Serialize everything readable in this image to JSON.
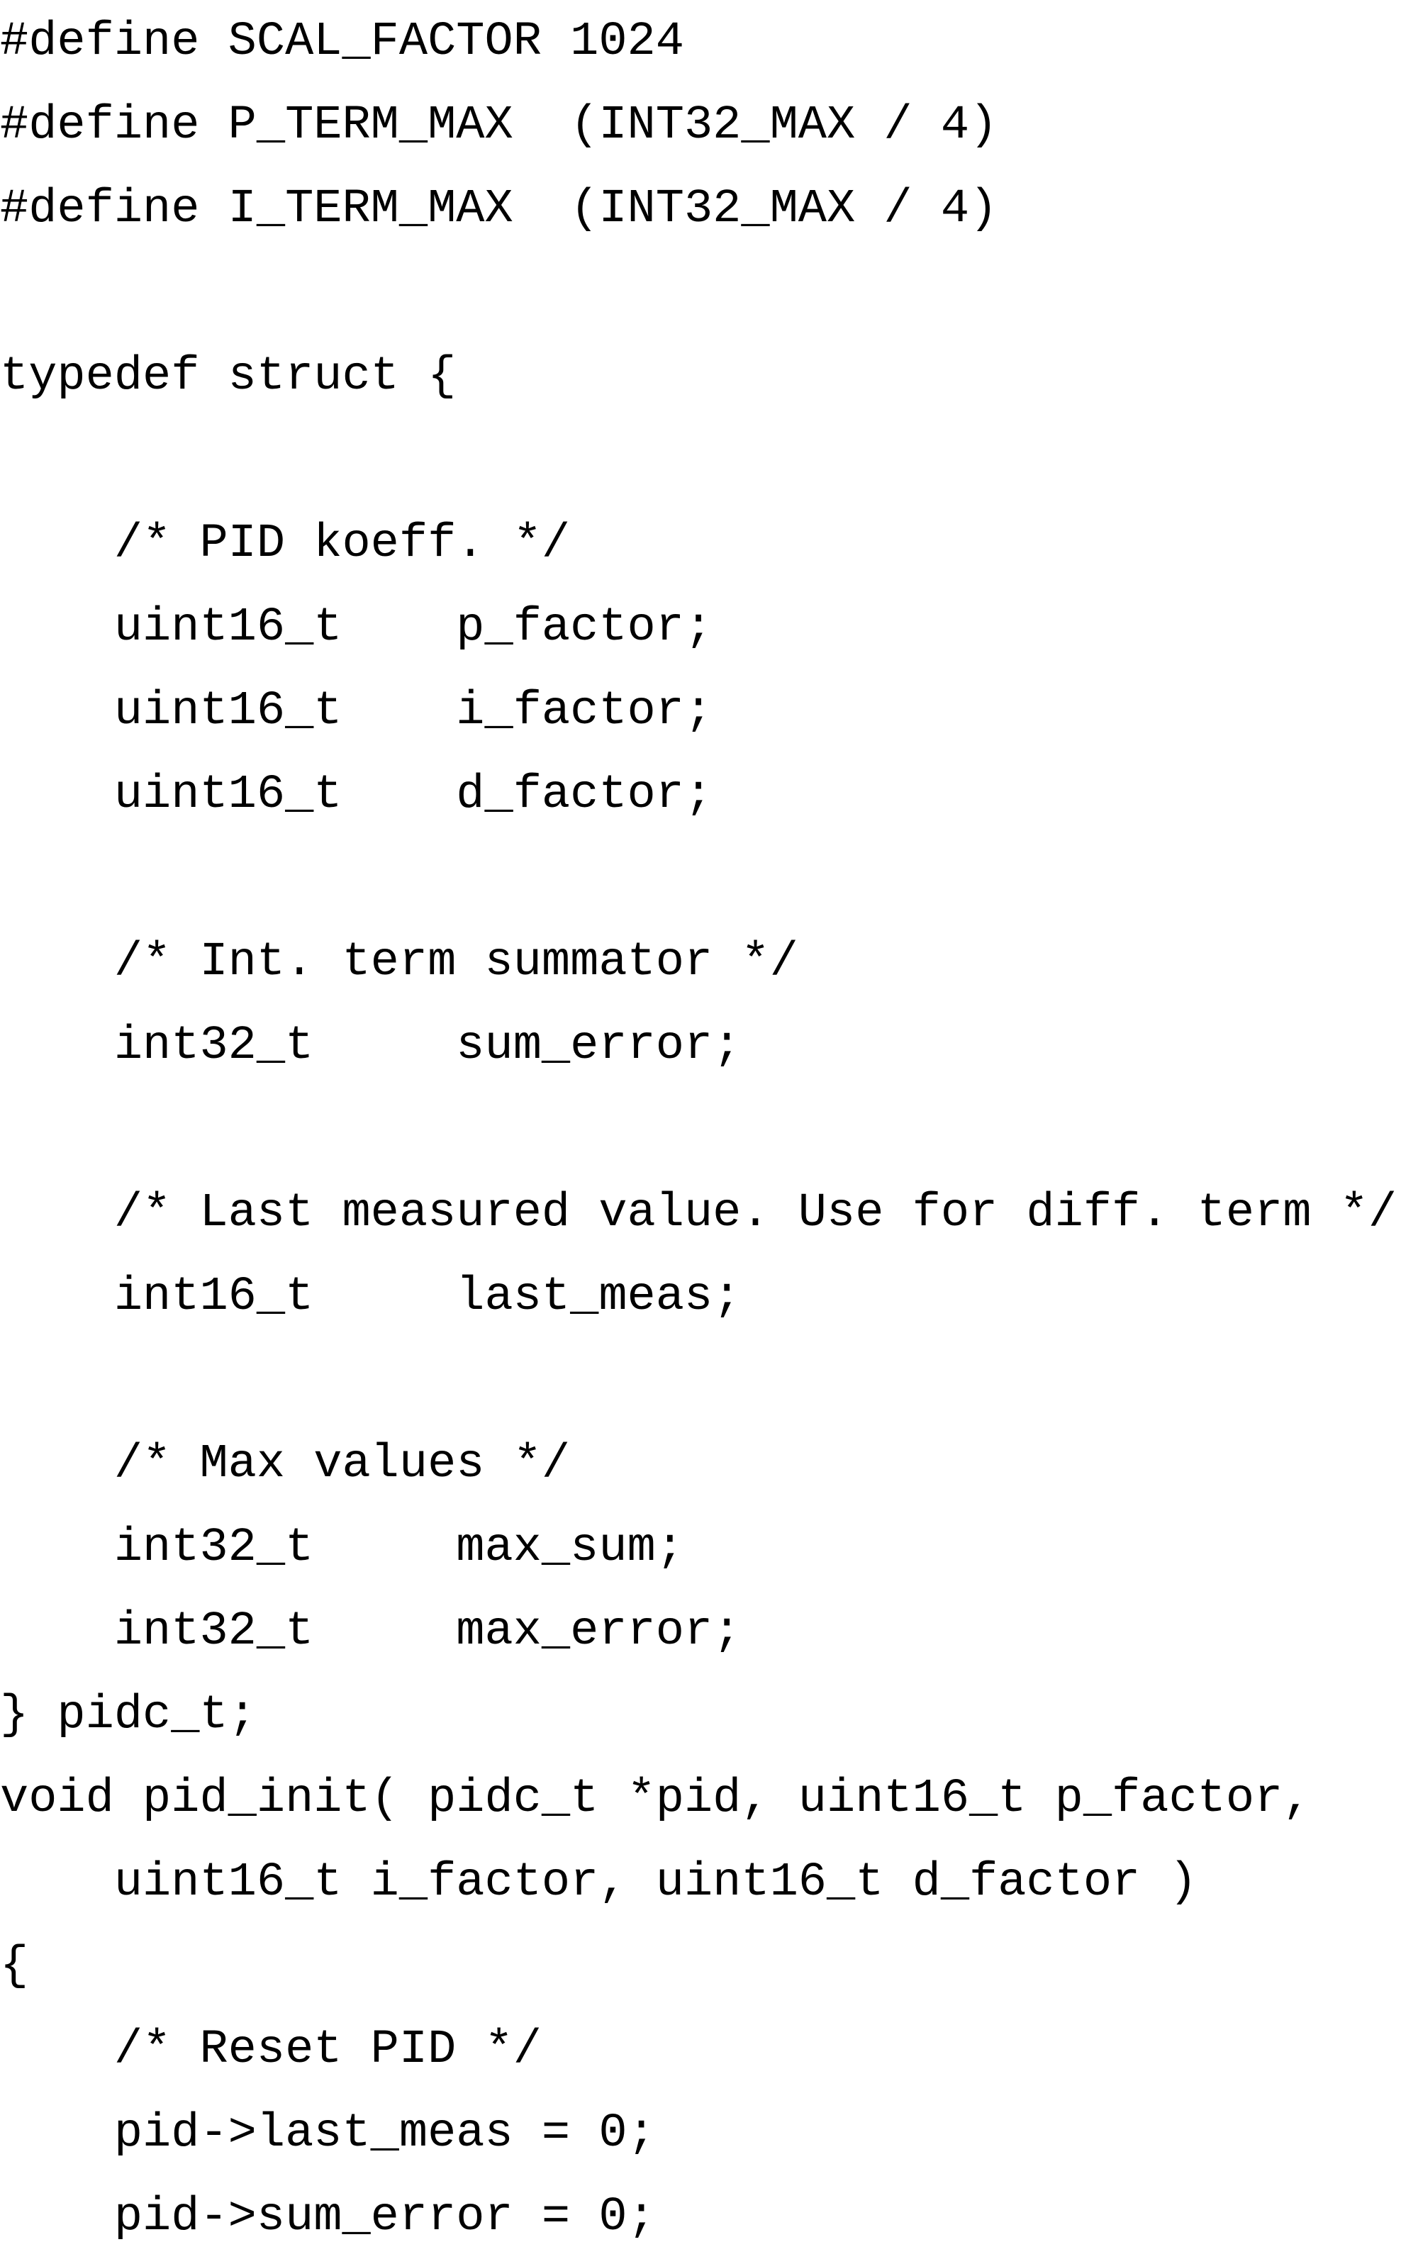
{
  "code": {
    "lines": [
      "#define SCAL_FACTOR 1024",
      "#define P_TERM_MAX  (INT32_MAX / 4)",
      "#define I_TERM_MAX  (INT32_MAX / 4)",
      "",
      "typedef struct {",
      "",
      "    /* PID koeff. */",
      "    uint16_t    p_factor;",
      "    uint16_t    i_factor;",
      "    uint16_t    d_factor;",
      "",
      "    /* Int. term summator */",
      "    int32_t     sum_error;",
      "",
      "    /* Last measured value. Use for diff. term */",
      "    int16_t     last_meas;",
      "",
      "    /* Max values */",
      "    int32_t     max_sum;",
      "    int32_t     max_error;",
      "} pidc_t;",
      "void pid_init( pidc_t *pid, uint16_t p_factor,",
      "    uint16_t i_factor, uint16_t d_factor )",
      "{",
      "    /* Reset PID */",
      "    pid->last_meas = 0;",
      "    pid->sum_error = 0;"
    ]
  },
  "colors": {
    "text": "#000000",
    "background": "#ffffff"
  }
}
